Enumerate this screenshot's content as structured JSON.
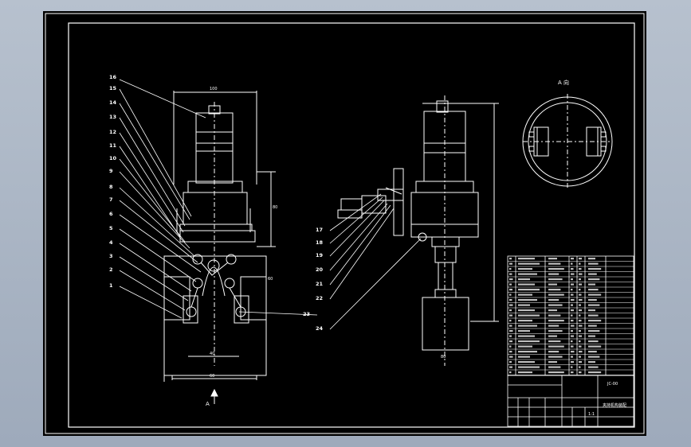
{
  "callouts_left": [
    "16",
    "15",
    "14",
    "13",
    "12",
    "11",
    "10",
    "9",
    "8",
    "7",
    "6",
    "5",
    "4",
    "3",
    "2",
    "1"
  ],
  "callouts_mid": [
    "17",
    "18",
    "19",
    "20",
    "21",
    "22",
    "23",
    "24"
  ],
  "view_label": "A",
  "detail_title": "A 向",
  "dims": {
    "top_width": "100",
    "bottom_width": "40",
    "base_width": "60",
    "right_height": "80",
    "mid_height": "60",
    "right_base": "80"
  },
  "title_block": {
    "drawing_name": "夹持机构装配",
    "drawing_no": "JC-00",
    "scale": "1:1"
  },
  "colors": {
    "background": "#000000",
    "line": "#ffffff",
    "accent": "#00ff00"
  }
}
